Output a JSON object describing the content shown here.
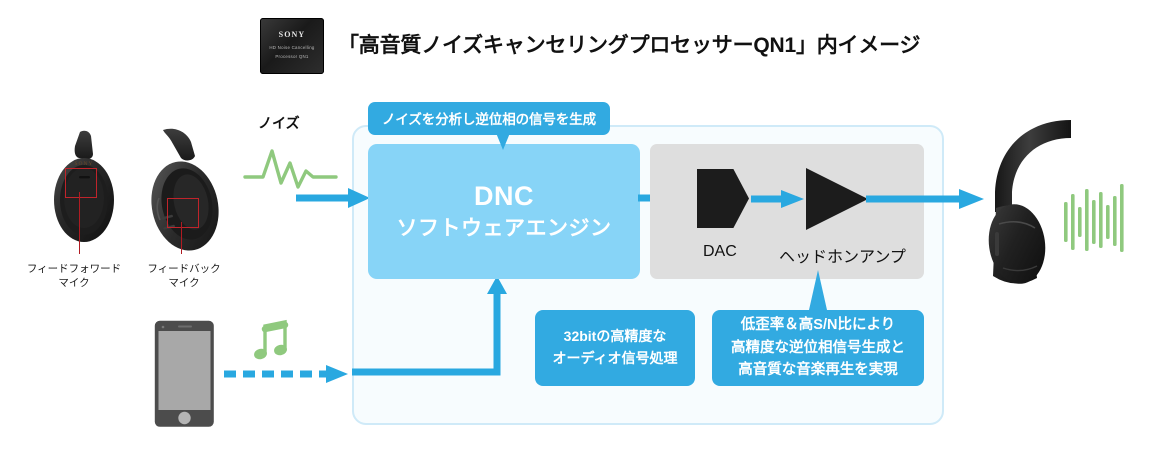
{
  "header": {
    "chip": {
      "brand": "SONY",
      "line1": "HD Noise Cancelling",
      "line2": "Processor QN1"
    },
    "title": "「高音質ノイズキャンセリングプロセッサーQN1」内イメージ"
  },
  "left": {
    "noise_label": "ノイズ",
    "mic_feedforward": "フィードフォワード\nマイク",
    "mic_feedforward_l1": "フィードフォワード",
    "mic_feedforward_l2": "マイク",
    "mic_feedback_l1": "フィードバック",
    "mic_feedback_l2": "マイク"
  },
  "engine": {
    "callout_top": "ノイズを分析し逆位相の信号を生成",
    "dnc_line1": "DNC",
    "dnc_line2": "ソフトウェアエンジン"
  },
  "analog": {
    "dac_label": "DAC",
    "amp_label": "ヘッドホンアンプ"
  },
  "callouts": {
    "bit32_l1": "32bitの高精度な",
    "bit32_l2": "オーディオ信号処理",
    "dist_l1": "低歪率＆高S/N比により",
    "dist_l2": "高精度な逆位相信号生成と",
    "dist_l3": "高音質な音楽再生を実現"
  },
  "colors": {
    "accent_blue": "#32aae1",
    "light_blue": "#87d4f7",
    "container_bg": "#f7fcfe",
    "container_border": "#cfeaf8",
    "gray_box": "#dedede",
    "green": "#8fc97e",
    "black": "#1c1c1c",
    "red_marker": "#c0242b"
  }
}
